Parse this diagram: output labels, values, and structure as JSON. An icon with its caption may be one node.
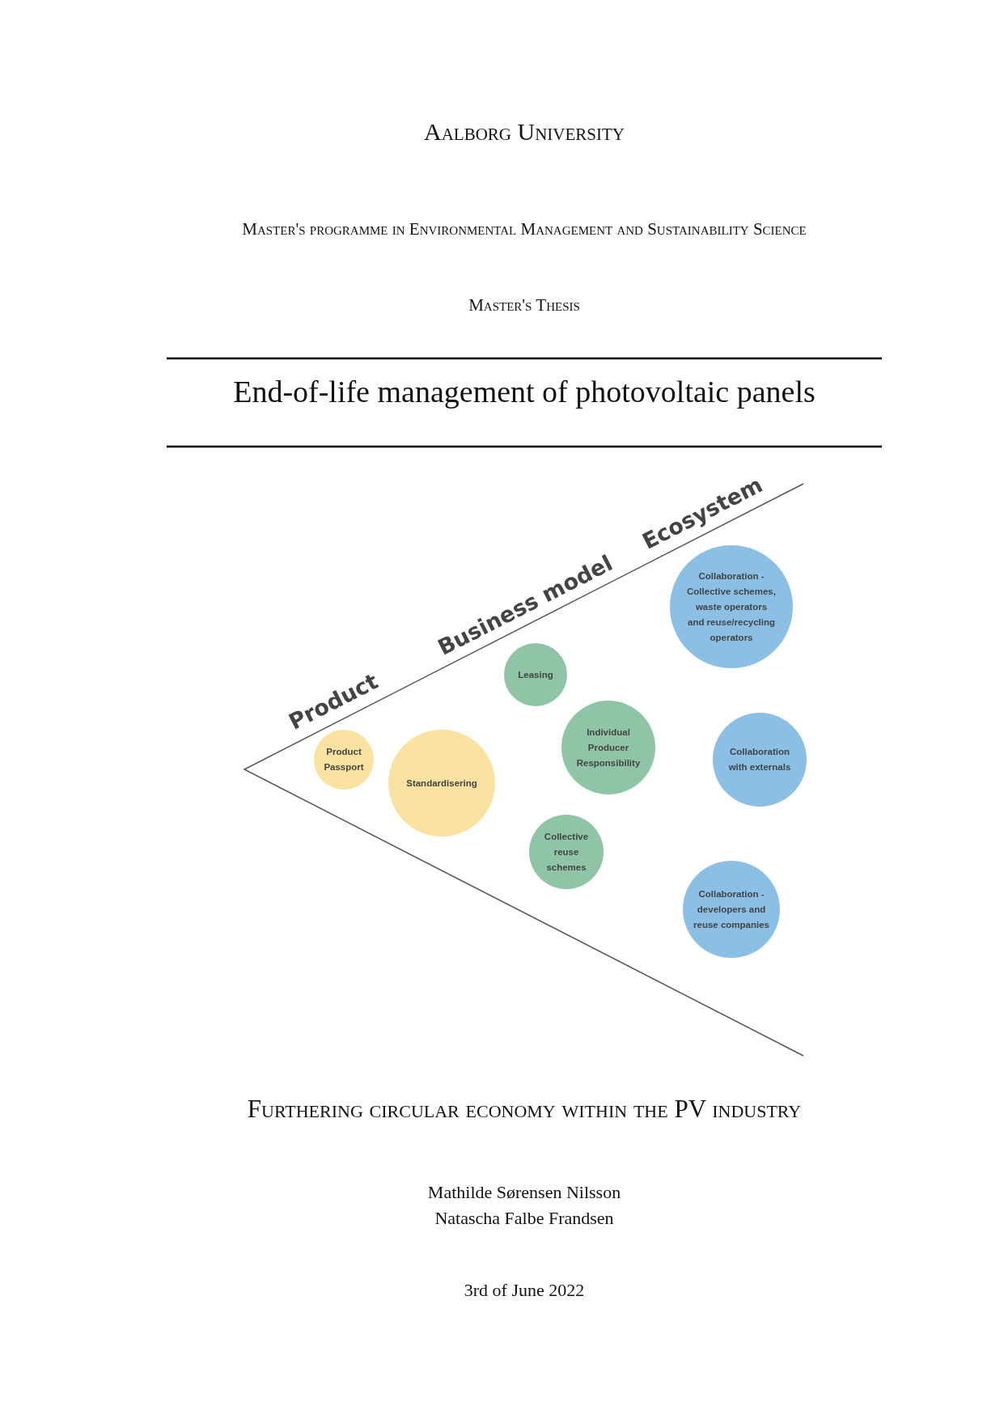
{
  "diagram": {
    "title": "End-of-life management of photovoltaic panels",
    "nodes": [
      {
        "text": [
          "Product Passport"
        ]
      },
      {
        "text": [
          "Standardisering"
        ]
      },
      {
        "text": [
          "Leasing"
        ]
      },
      {
        "text": [
          "Individual Producer Responsibility"
        ]
      },
      {
        "text": [
          "Collective reuse schemes"
        ]
      },
      {
        "text": [
          "Collaboration - Collective schemes, waste operators and reuse/recycling operators"
        ]
      },
      {
        "text": [
          "Collaboration with externals"
        ]
      },
      {
        "text": [
          "Collaboration - developers and reuse companies"
        ]
      }
    ],
    "edges": [],
    "labels": [
      "Aalborg University",
      "Master's programme in Environmental Management and Sustainability Science",
      "Master's Thesis",
      "Product",
      "Business model",
      "Ecosystem",
      "Furthering circular economy within the PV industry",
      "Mathilde Sørensen Nilsson",
      "Natascha Falbe Frandsen",
      "3rd of June 2022"
    ]
  }
}
